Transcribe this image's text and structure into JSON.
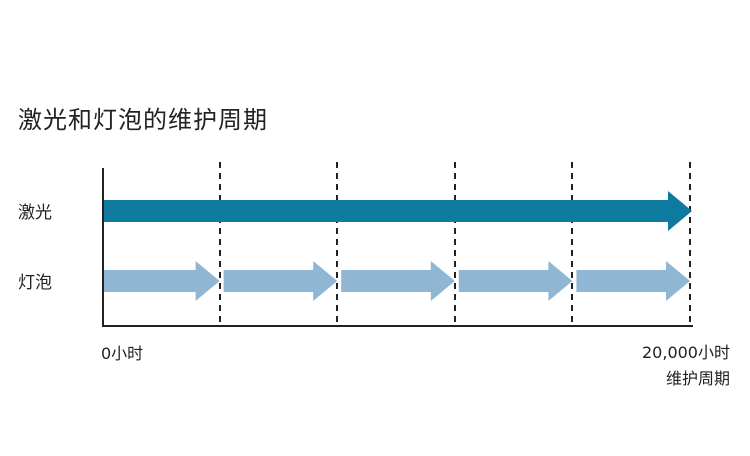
{
  "title": "激光和灯泡的维护周期",
  "rows": [
    {
      "label": "激光",
      "arrows": 1
    },
    {
      "label": "灯泡",
      "arrows": 5
    }
  ],
  "axis": {
    "start_label": "0小时",
    "end_label_line1": "20,000小时",
    "end_label_line2": "维护周期"
  },
  "colors": {
    "laser": "#0f7aa0",
    "lamp": "#8fb6d3",
    "axis": "#222222"
  }
}
